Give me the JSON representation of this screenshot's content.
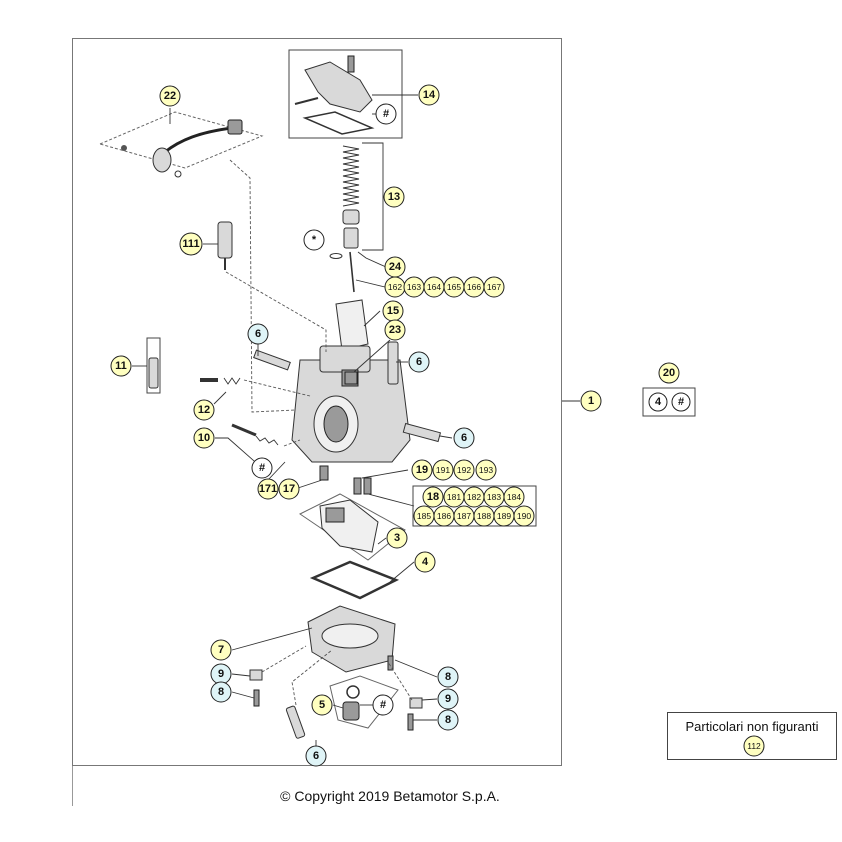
{
  "colors": {
    "callout_yellow": "#ffffc0",
    "callout_blue": "#dff4f7",
    "callout_white": "#ffffff"
  },
  "callouts": {
    "c1": "1",
    "c3": "3",
    "c4": "4",
    "c5": "5",
    "c6a": "6",
    "c6b": "6",
    "c6c": "6",
    "c6d": "6",
    "c7": "7",
    "c8a": "8",
    "c8b": "8",
    "c8c": "8",
    "c9a": "9",
    "c9b": "9",
    "c10": "10",
    "c11": "11",
    "c12": "12",
    "c13": "13",
    "c14": "14",
    "c15": "15",
    "c17": "17",
    "c18": "18",
    "c19": "19",
    "c20": "20",
    "c22": "22",
    "c23": "23",
    "c24": "24",
    "c111": "111",
    "c171": "171",
    "c162": "162",
    "c163": "163",
    "c164": "164",
    "c165": "165",
    "c166": "166",
    "c167": "167",
    "c191": "191",
    "c192": "192",
    "c193": "193",
    "c181": "181",
    "c182": "182",
    "c183": "183",
    "c184": "184",
    "c185": "185",
    "c186": "186",
    "c187": "187",
    "c188": "188",
    "c189": "189",
    "c190": "190",
    "c112": "112",
    "k20a": "4",
    "k20b": "#",
    "hash14": "#",
    "hash10": "#",
    "hash5": "#",
    "star13": "*"
  },
  "note": {
    "title": "Particolari non figuranti"
  },
  "footer": {
    "copyright": "© Copyright 2019 Betamotor S.p.A."
  }
}
